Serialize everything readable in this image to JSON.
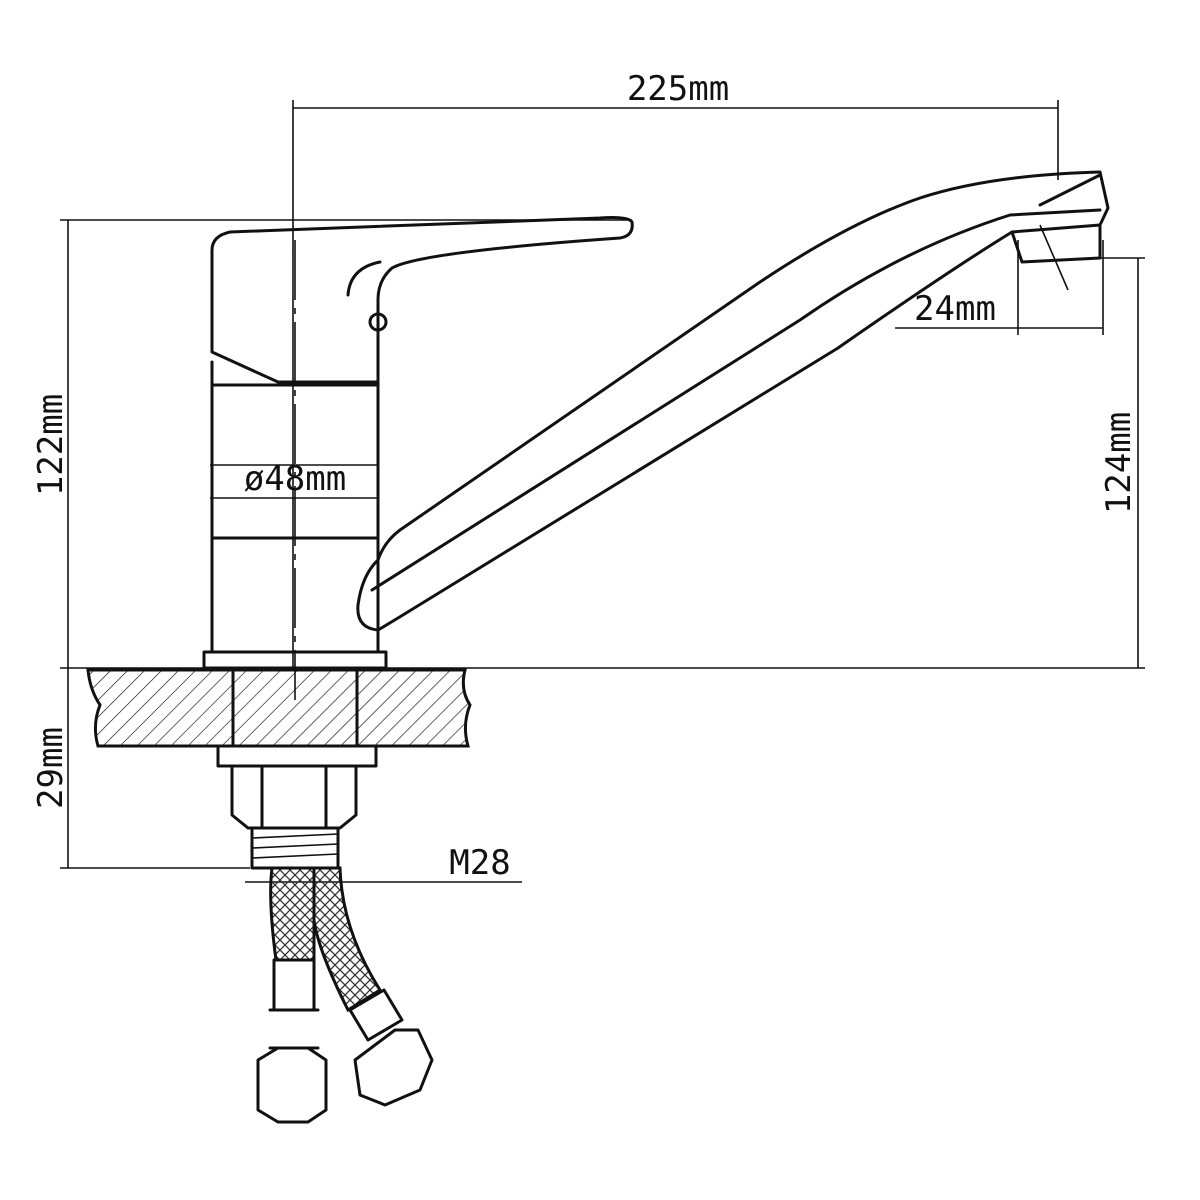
{
  "title": "Faucet dimension drawing",
  "dimensions": {
    "spout_reach": "225mm",
    "total_height": "122mm",
    "spout_height": "124mm",
    "aerator": "24mm",
    "body_diameter": "ø48mm",
    "mount_depth": "29mm",
    "thread": "M28"
  }
}
